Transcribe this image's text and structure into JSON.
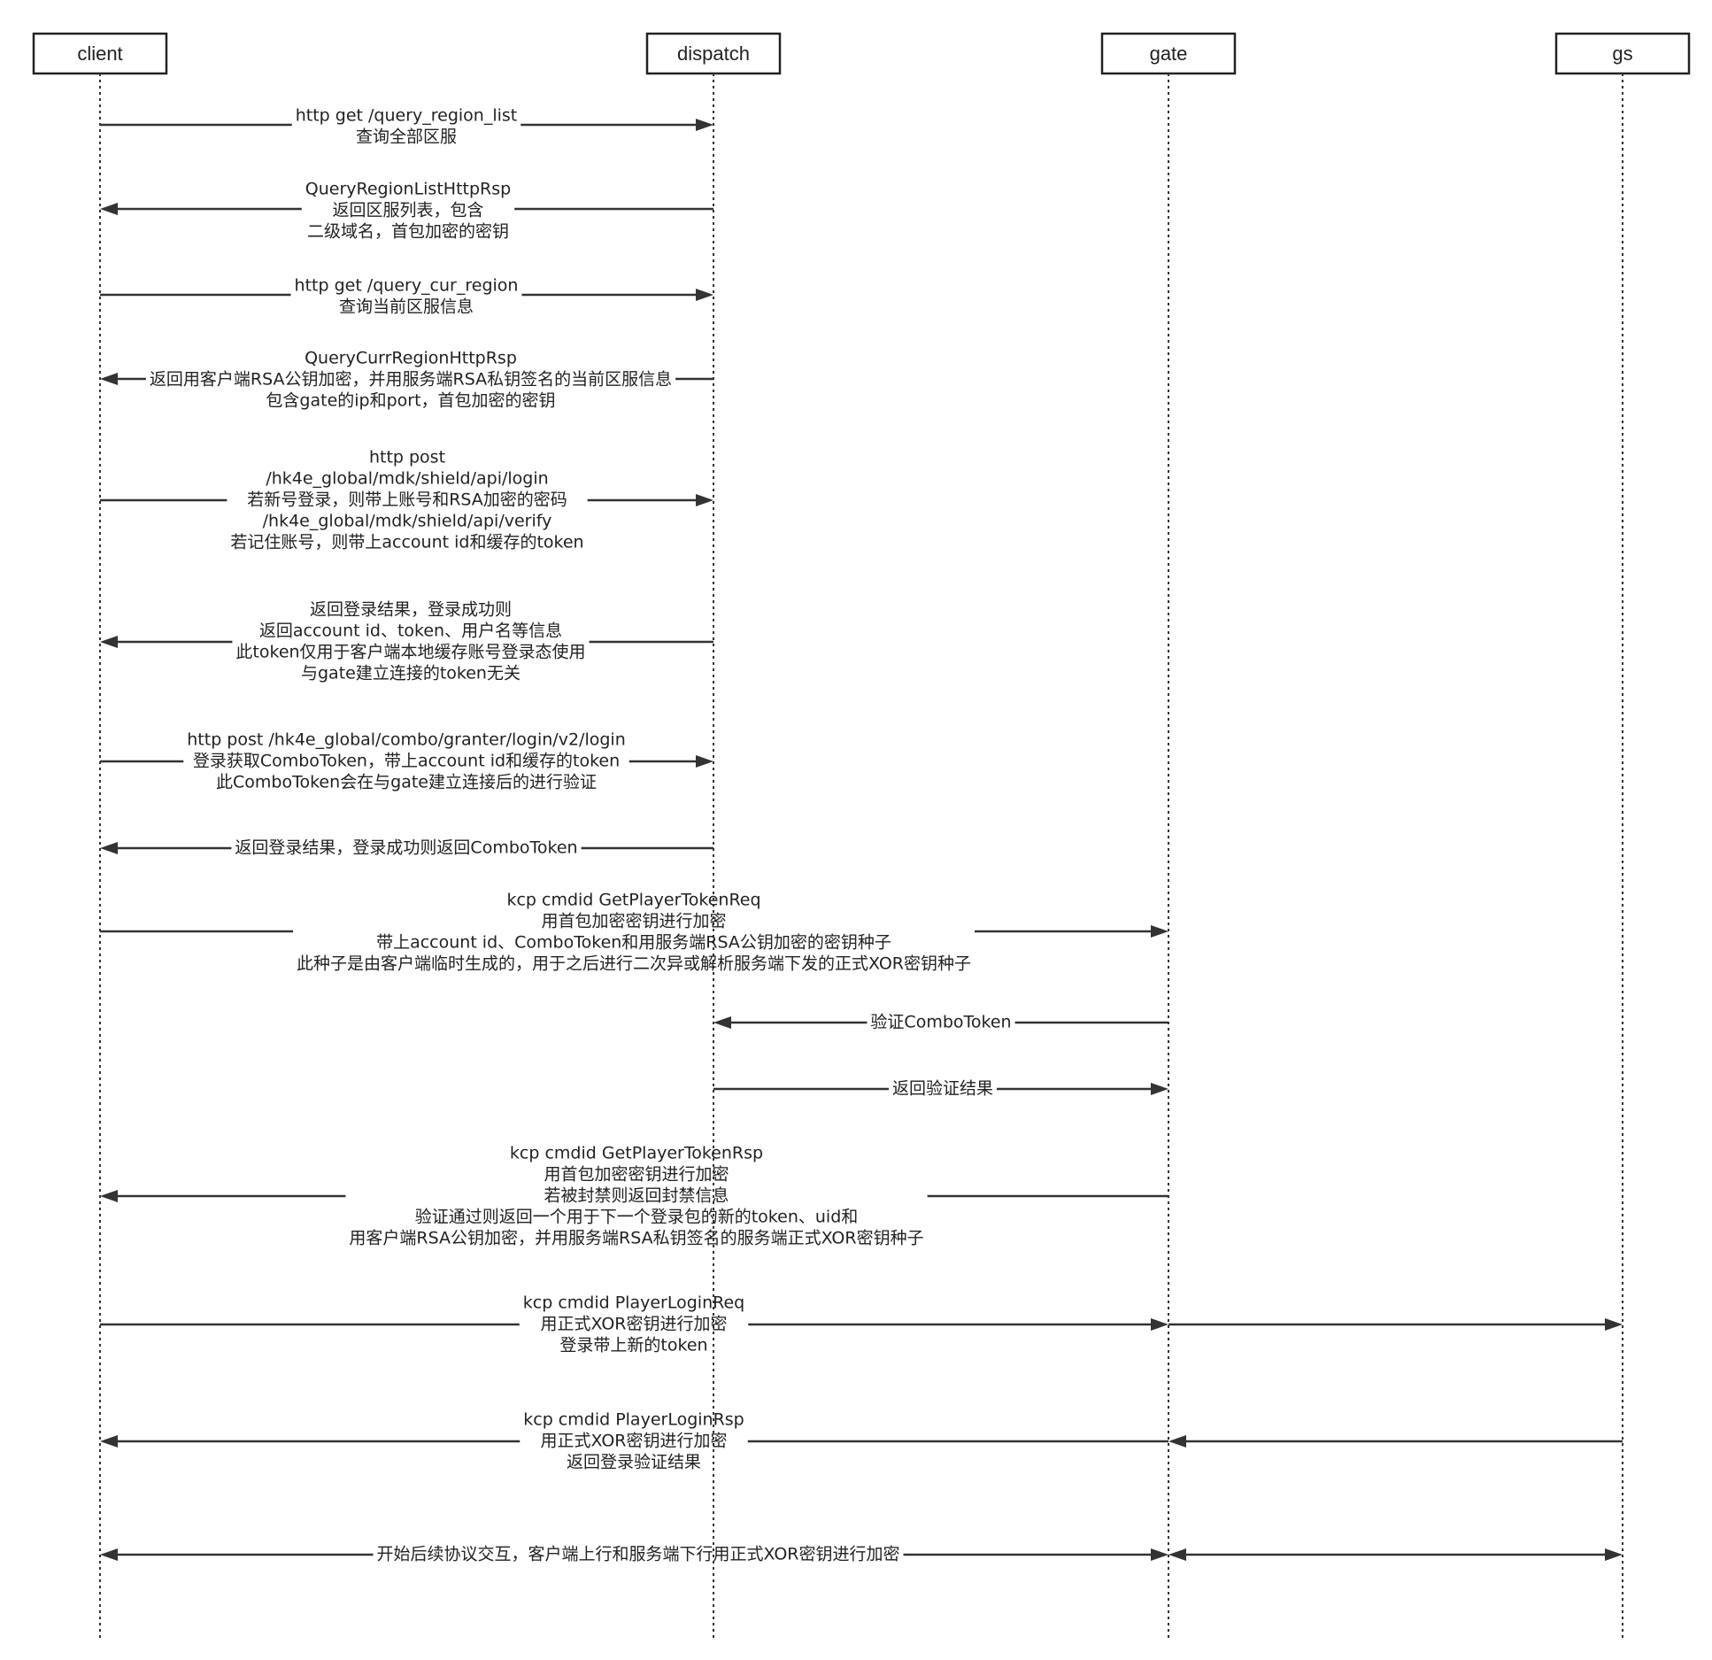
{
  "actors": [
    {
      "id": "client",
      "label": "client"
    },
    {
      "id": "dispatch",
      "label": "dispatch"
    },
    {
      "id": "gate",
      "label": "gate"
    },
    {
      "id": "gs",
      "label": "gs"
    }
  ],
  "messages": [
    {
      "id": "m1",
      "from": "client",
      "to": "dispatch",
      "lines": [
        "http get /query_region_list",
        "查询全部区服"
      ]
    },
    {
      "id": "m2",
      "from": "dispatch",
      "to": "client",
      "lines": [
        "QueryRegionListHttpRsp",
        "返回区服列表，包含",
        "二级域名，首包加密的密钥"
      ]
    },
    {
      "id": "m3",
      "from": "client",
      "to": "dispatch",
      "lines": [
        "http get /query_cur_region",
        "查询当前区服信息"
      ]
    },
    {
      "id": "m4",
      "from": "dispatch",
      "to": "client",
      "lines": [
        "QueryCurrRegionHttpRsp",
        "返回用客户端RSA公钥加密，并用服务端RSA私钥签名的当前区服信息",
        "包含gate的ip和port，首包加密的密钥"
      ]
    },
    {
      "id": "m5",
      "from": "client",
      "to": "dispatch",
      "lines": [
        "http post",
        "/hk4e_global/mdk/shield/api/login",
        "若新号登录，则带上账号和RSA加密的密码",
        "/hk4e_global/mdk/shield/api/verify",
        "若记住账号，则带上account id和缓存的token"
      ]
    },
    {
      "id": "m6",
      "from": "dispatch",
      "to": "client",
      "lines": [
        "返回登录结果，登录成功则",
        "返回account id、token、用户名等信息",
        "此token仅用于客户端本地缓存账号登录态使用",
        "与gate建立连接的token无关"
      ]
    },
    {
      "id": "m7",
      "from": "client",
      "to": "dispatch",
      "lines": [
        "http post /hk4e_global/combo/granter/login/v2/login",
        "登录获取ComboToken，带上account id和缓存的token",
        "此ComboToken会在与gate建立连接后的进行验证"
      ]
    },
    {
      "id": "m8",
      "from": "dispatch",
      "to": "client",
      "lines": [
        "返回登录结果，登录成功则返回ComboToken"
      ]
    },
    {
      "id": "m9",
      "from": "client",
      "to": "gate",
      "lines": [
        "kcp cmdid GetPlayerTokenReq",
        "用首包加密密钥进行加密",
        "带上account id、ComboToken和用服务端RSA公钥加密的密钥种子",
        "此种子是由客户端临时生成的，用于之后进行二次异或解析服务端下发的正式XOR密钥种子"
      ]
    },
    {
      "id": "m10",
      "from": "gate",
      "to": "dispatch",
      "lines": [
        "验证ComboToken"
      ]
    },
    {
      "id": "m11",
      "from": "dispatch",
      "to": "gate",
      "lines": [
        "返回验证结果"
      ]
    },
    {
      "id": "m12",
      "from": "gate",
      "to": "client",
      "lines": [
        "kcp cmdid GetPlayerTokenRsp",
        "用首包加密密钥进行加密",
        "若被封禁则返回封禁信息",
        "验证通过则返回一个用于下一个登录包的新的token、uid和",
        "用客户端RSA公钥加密，并用服务端RSA私钥签名的服务端正式XOR密钥种子"
      ]
    },
    {
      "id": "m13",
      "from": "client",
      "to": "gate",
      "lines": [
        "kcp cmdid PlayerLoginReq",
        "用正式XOR密钥进行加密",
        "登录带上新的token"
      ]
    },
    {
      "id": "m13b",
      "from": "gate",
      "to": "gs",
      "lines": []
    },
    {
      "id": "m14",
      "from": "gate",
      "to": "client",
      "lines": [
        "kcp cmdid PlayerLoginRsp",
        "用正式XOR密钥进行加密",
        "返回登录验证结果"
      ]
    },
    {
      "id": "m14b",
      "from": "gs",
      "to": "gate",
      "lines": []
    },
    {
      "id": "m15",
      "from": "client",
      "to": "gate",
      "bidirectional": true,
      "lines": [
        "开始后续协议交互，客户端上行和服务端下行用正式XOR密钥进行加密"
      ]
    },
    {
      "id": "m15b",
      "from": "gate",
      "to": "gs",
      "bidirectional": true,
      "lines": []
    }
  ]
}
